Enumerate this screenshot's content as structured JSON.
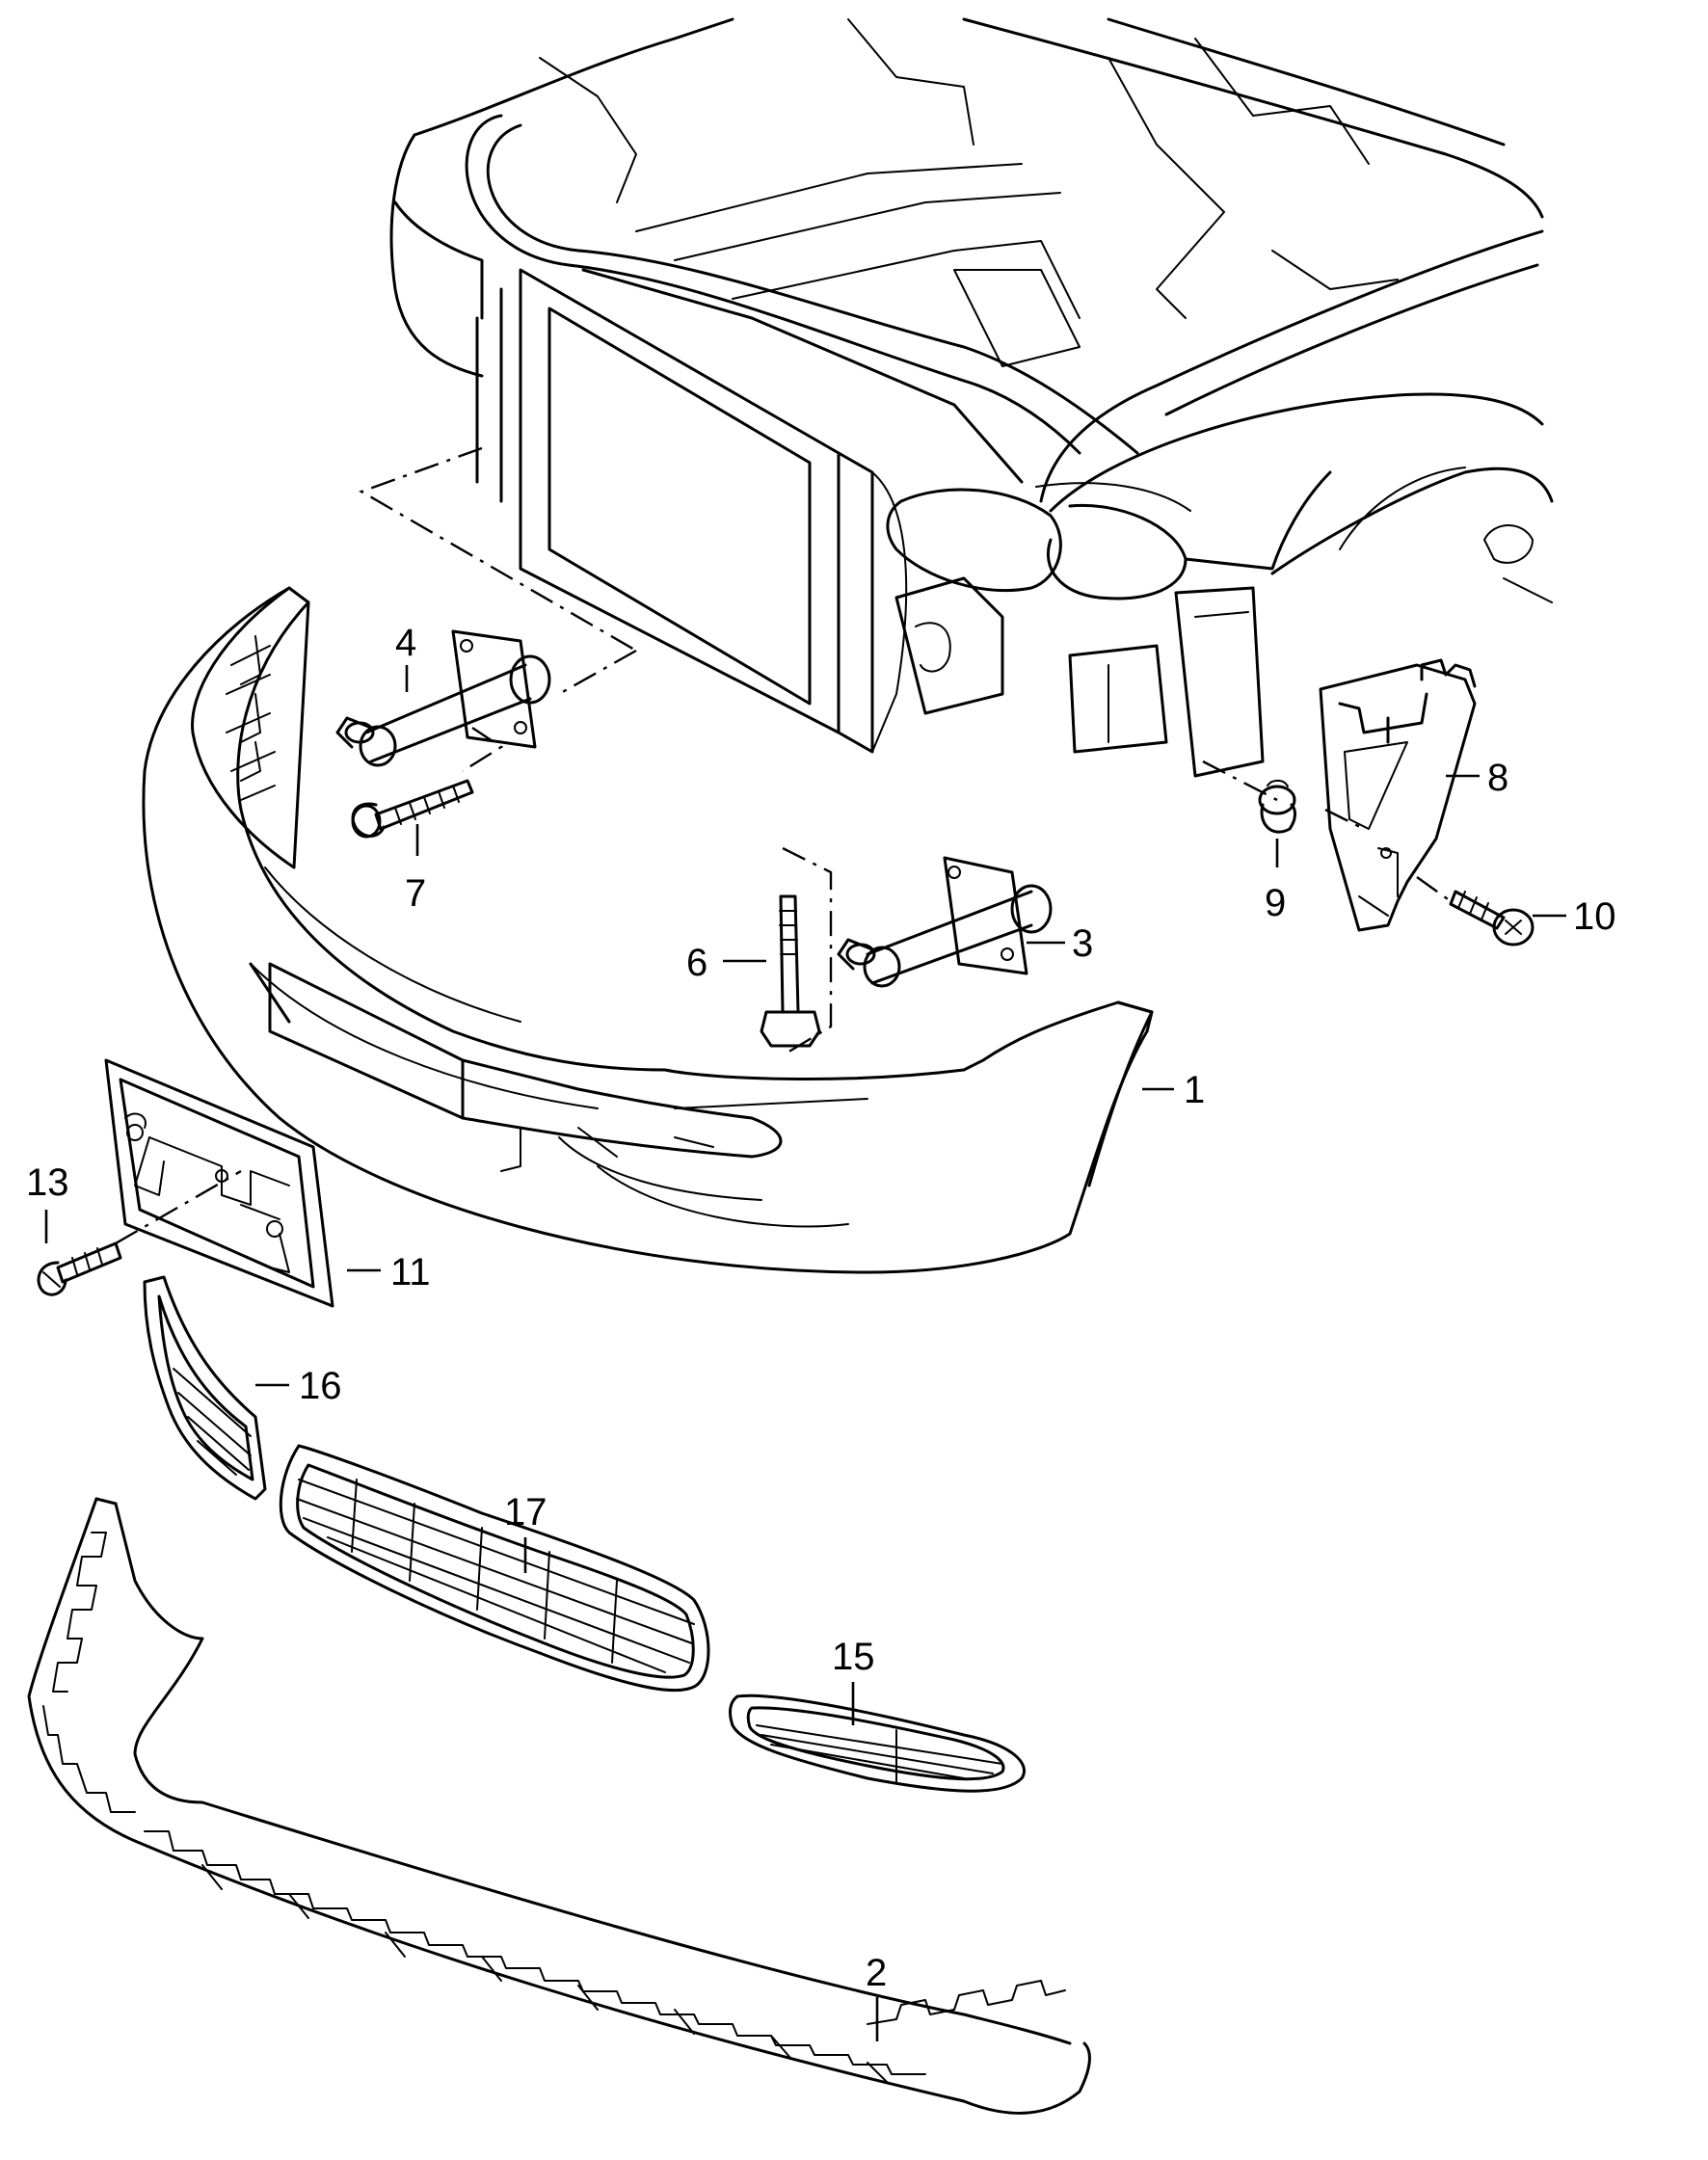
{
  "callouts": [
    {
      "id": "c1",
      "label": "1"
    },
    {
      "id": "c2",
      "label": "2"
    },
    {
      "id": "c3",
      "label": "3"
    },
    {
      "id": "c4",
      "label": "4"
    },
    {
      "id": "c6",
      "label": "6"
    },
    {
      "id": "c7",
      "label": "7"
    },
    {
      "id": "c8",
      "label": "8"
    },
    {
      "id": "c9",
      "label": "9"
    },
    {
      "id": "c10",
      "label": "10"
    },
    {
      "id": "c11",
      "label": "11"
    },
    {
      "id": "c13",
      "label": "13"
    },
    {
      "id": "c15",
      "label": "15"
    },
    {
      "id": "c16",
      "label": "16"
    },
    {
      "id": "c17",
      "label": "17"
    }
  ]
}
